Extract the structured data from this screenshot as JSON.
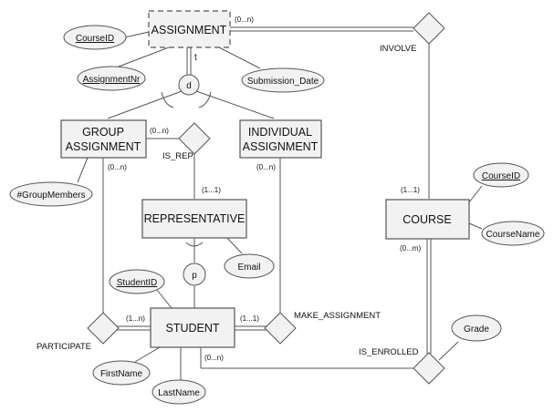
{
  "entities": {
    "assignment": "ASSIGNMENT",
    "group_assignment_l1": "GROUP",
    "group_assignment_l2": "ASSIGNMENT",
    "individual_assignment_l1": "INDIVIDUAL",
    "individual_assignment_l2": "ASSIGNMENT",
    "representative": "REPRESENTATIVE",
    "student": "STUDENT",
    "course": "COURSE"
  },
  "attributes": {
    "course_id_left": "CourseID",
    "assignment_nr": "AssignmentNr",
    "submission_date": "Submission_Date",
    "group_members": "#GroupMembers",
    "email": "Email",
    "student_id": "StudentID",
    "first_name": "FirstName",
    "last_name": "LastName",
    "course_id_right": "CourseID",
    "course_name": "CourseName",
    "grade": "Grade"
  },
  "relationships": {
    "involve": "INVOLVE",
    "is_rep": "IS_REP",
    "participate": "PARTICIPATE",
    "make_assignment": "MAKE_ASSIGNMENT",
    "is_enrolled": "IS_ENROLLED"
  },
  "specialization": {
    "disjoint_symbol": "d",
    "total_marker": "t",
    "partial_symbol": "p"
  },
  "cardinalities": {
    "assignment_involve": "(0...n)",
    "group_isrep": "(0...n)",
    "group_participate": "(0...n)",
    "rep_isrep": "(1...1)",
    "individual_make": "(0...n)",
    "student_participate": "(1...n)",
    "student_make": "(1...1)",
    "student_enrolled": "(0...n)",
    "course_involve": "(1...1)",
    "course_enrolled": "(0...m)"
  }
}
